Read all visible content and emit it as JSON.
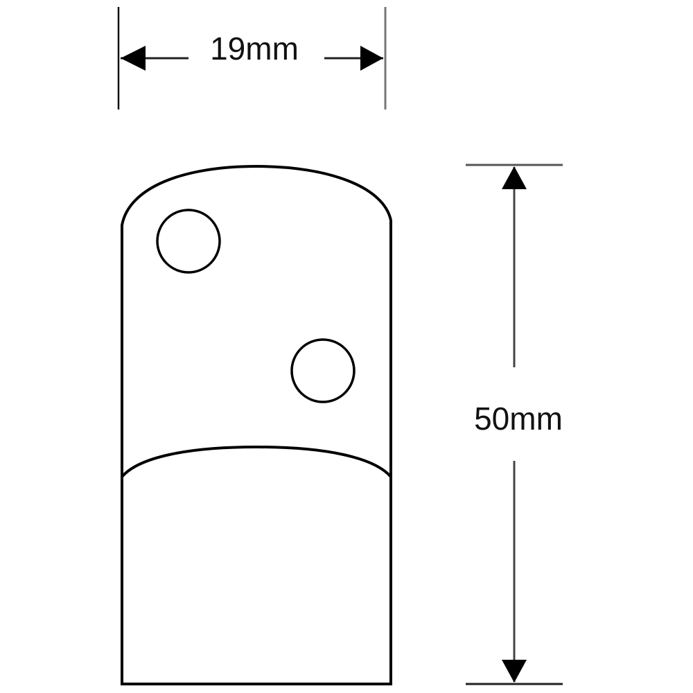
{
  "diagram": {
    "type": "technical-dimension-drawing",
    "subject": "bracket plate with two holes",
    "dimensions": {
      "width": {
        "label": "19mm",
        "value": 19,
        "unit": "mm"
      },
      "height": {
        "label": "50mm",
        "value": 50,
        "unit": "mm"
      }
    },
    "features": {
      "holes": 2,
      "curved_top": true,
      "curved_fold_line": true
    },
    "colors": {
      "line": "#000000",
      "background": "#ffffff",
      "dimension_line": "#333333"
    }
  }
}
